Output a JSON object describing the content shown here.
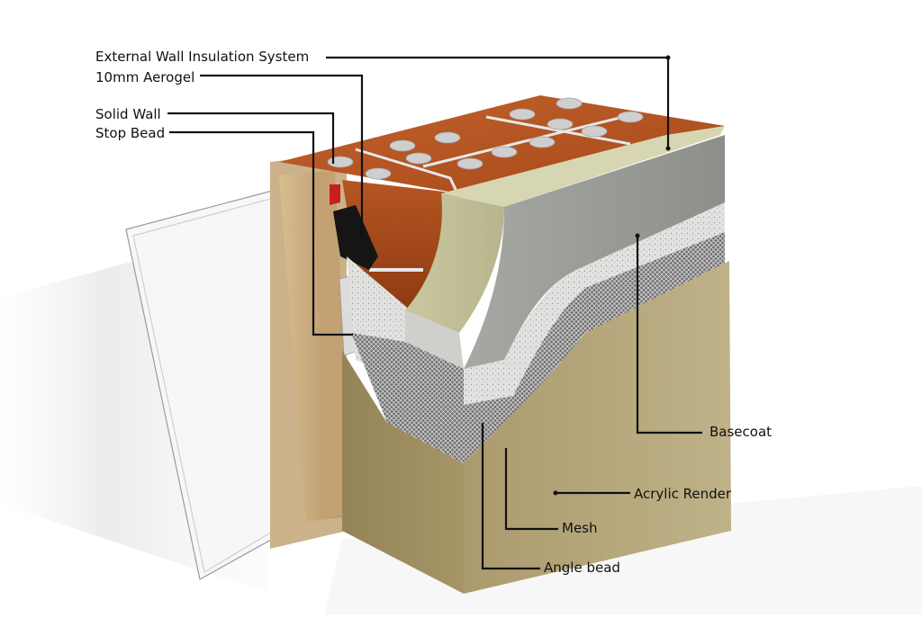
{
  "labels": {
    "external_wall_insulation_system": "External Wall Insulation System",
    "aerogel": "10mm Aerogel",
    "solid_wall": "Solid Wall",
    "stop_bead": "Stop Bead",
    "basecoat": "Basecoat",
    "acrylic_render": "Acrylic Render",
    "mesh": "Mesh",
    "angle_bead": "Angle bead"
  },
  "colors": {
    "brick": "#b5531f",
    "mortar_hole": "#c9c9c9",
    "insulation_board": "#c8c9a0",
    "basecoat": "#9c9e9a",
    "render": "#b3a47a",
    "timber_frame": "#c7a87a",
    "leader_line": "#111111"
  }
}
